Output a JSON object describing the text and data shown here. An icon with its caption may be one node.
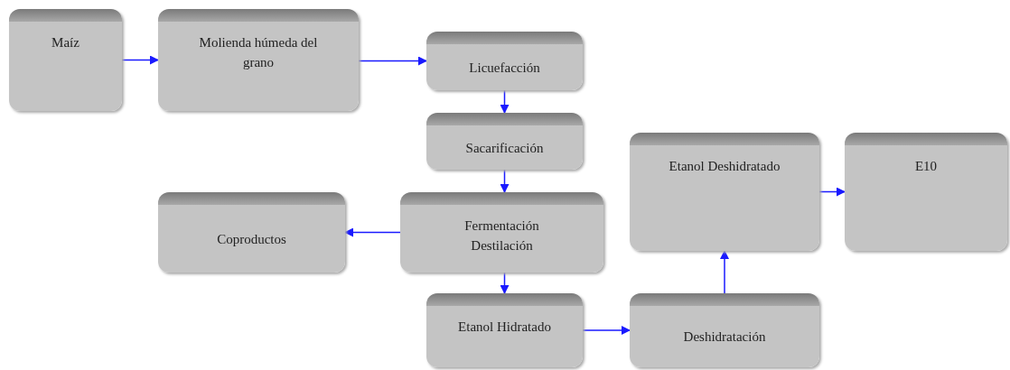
{
  "diagram": {
    "nodes": [
      {
        "text": [
          "Maíz"
        ]
      },
      {
        "text": [
          "Molienda húmeda del grano"
        ]
      },
      {
        "text": [
          "Licuefacción"
        ]
      },
      {
        "text": [
          "Sacarificación"
        ]
      },
      {
        "text": [
          "Coproductos"
        ]
      },
      {
        "text": [
          "Fermentación Destilación"
        ]
      },
      {
        "text": [
          "Etanol Hidratado"
        ]
      },
      {
        "text": [
          "Deshidratación"
        ]
      },
      {
        "text": [
          "Etanol Deshidratado"
        ]
      },
      {
        "text": [
          "E10"
        ]
      }
    ],
    "edges": [
      {
        "from": 0,
        "to": 1,
        "arrow": "to"
      },
      {
        "from": 1,
        "to": 2,
        "arrow": "to"
      },
      {
        "from": 2,
        "to": 3,
        "arrow": "to"
      },
      {
        "from": 3,
        "to": 5,
        "arrow": "to"
      },
      {
        "from": 5,
        "to": 4,
        "arrow": "to"
      },
      {
        "from": 5,
        "to": 6,
        "arrow": "to"
      },
      {
        "from": 6,
        "to": 7,
        "arrow": "to"
      },
      {
        "from": 7,
        "to": 8,
        "arrow": "to"
      },
      {
        "from": 8,
        "to": 9,
        "arrow": "to"
      }
    ]
  }
}
